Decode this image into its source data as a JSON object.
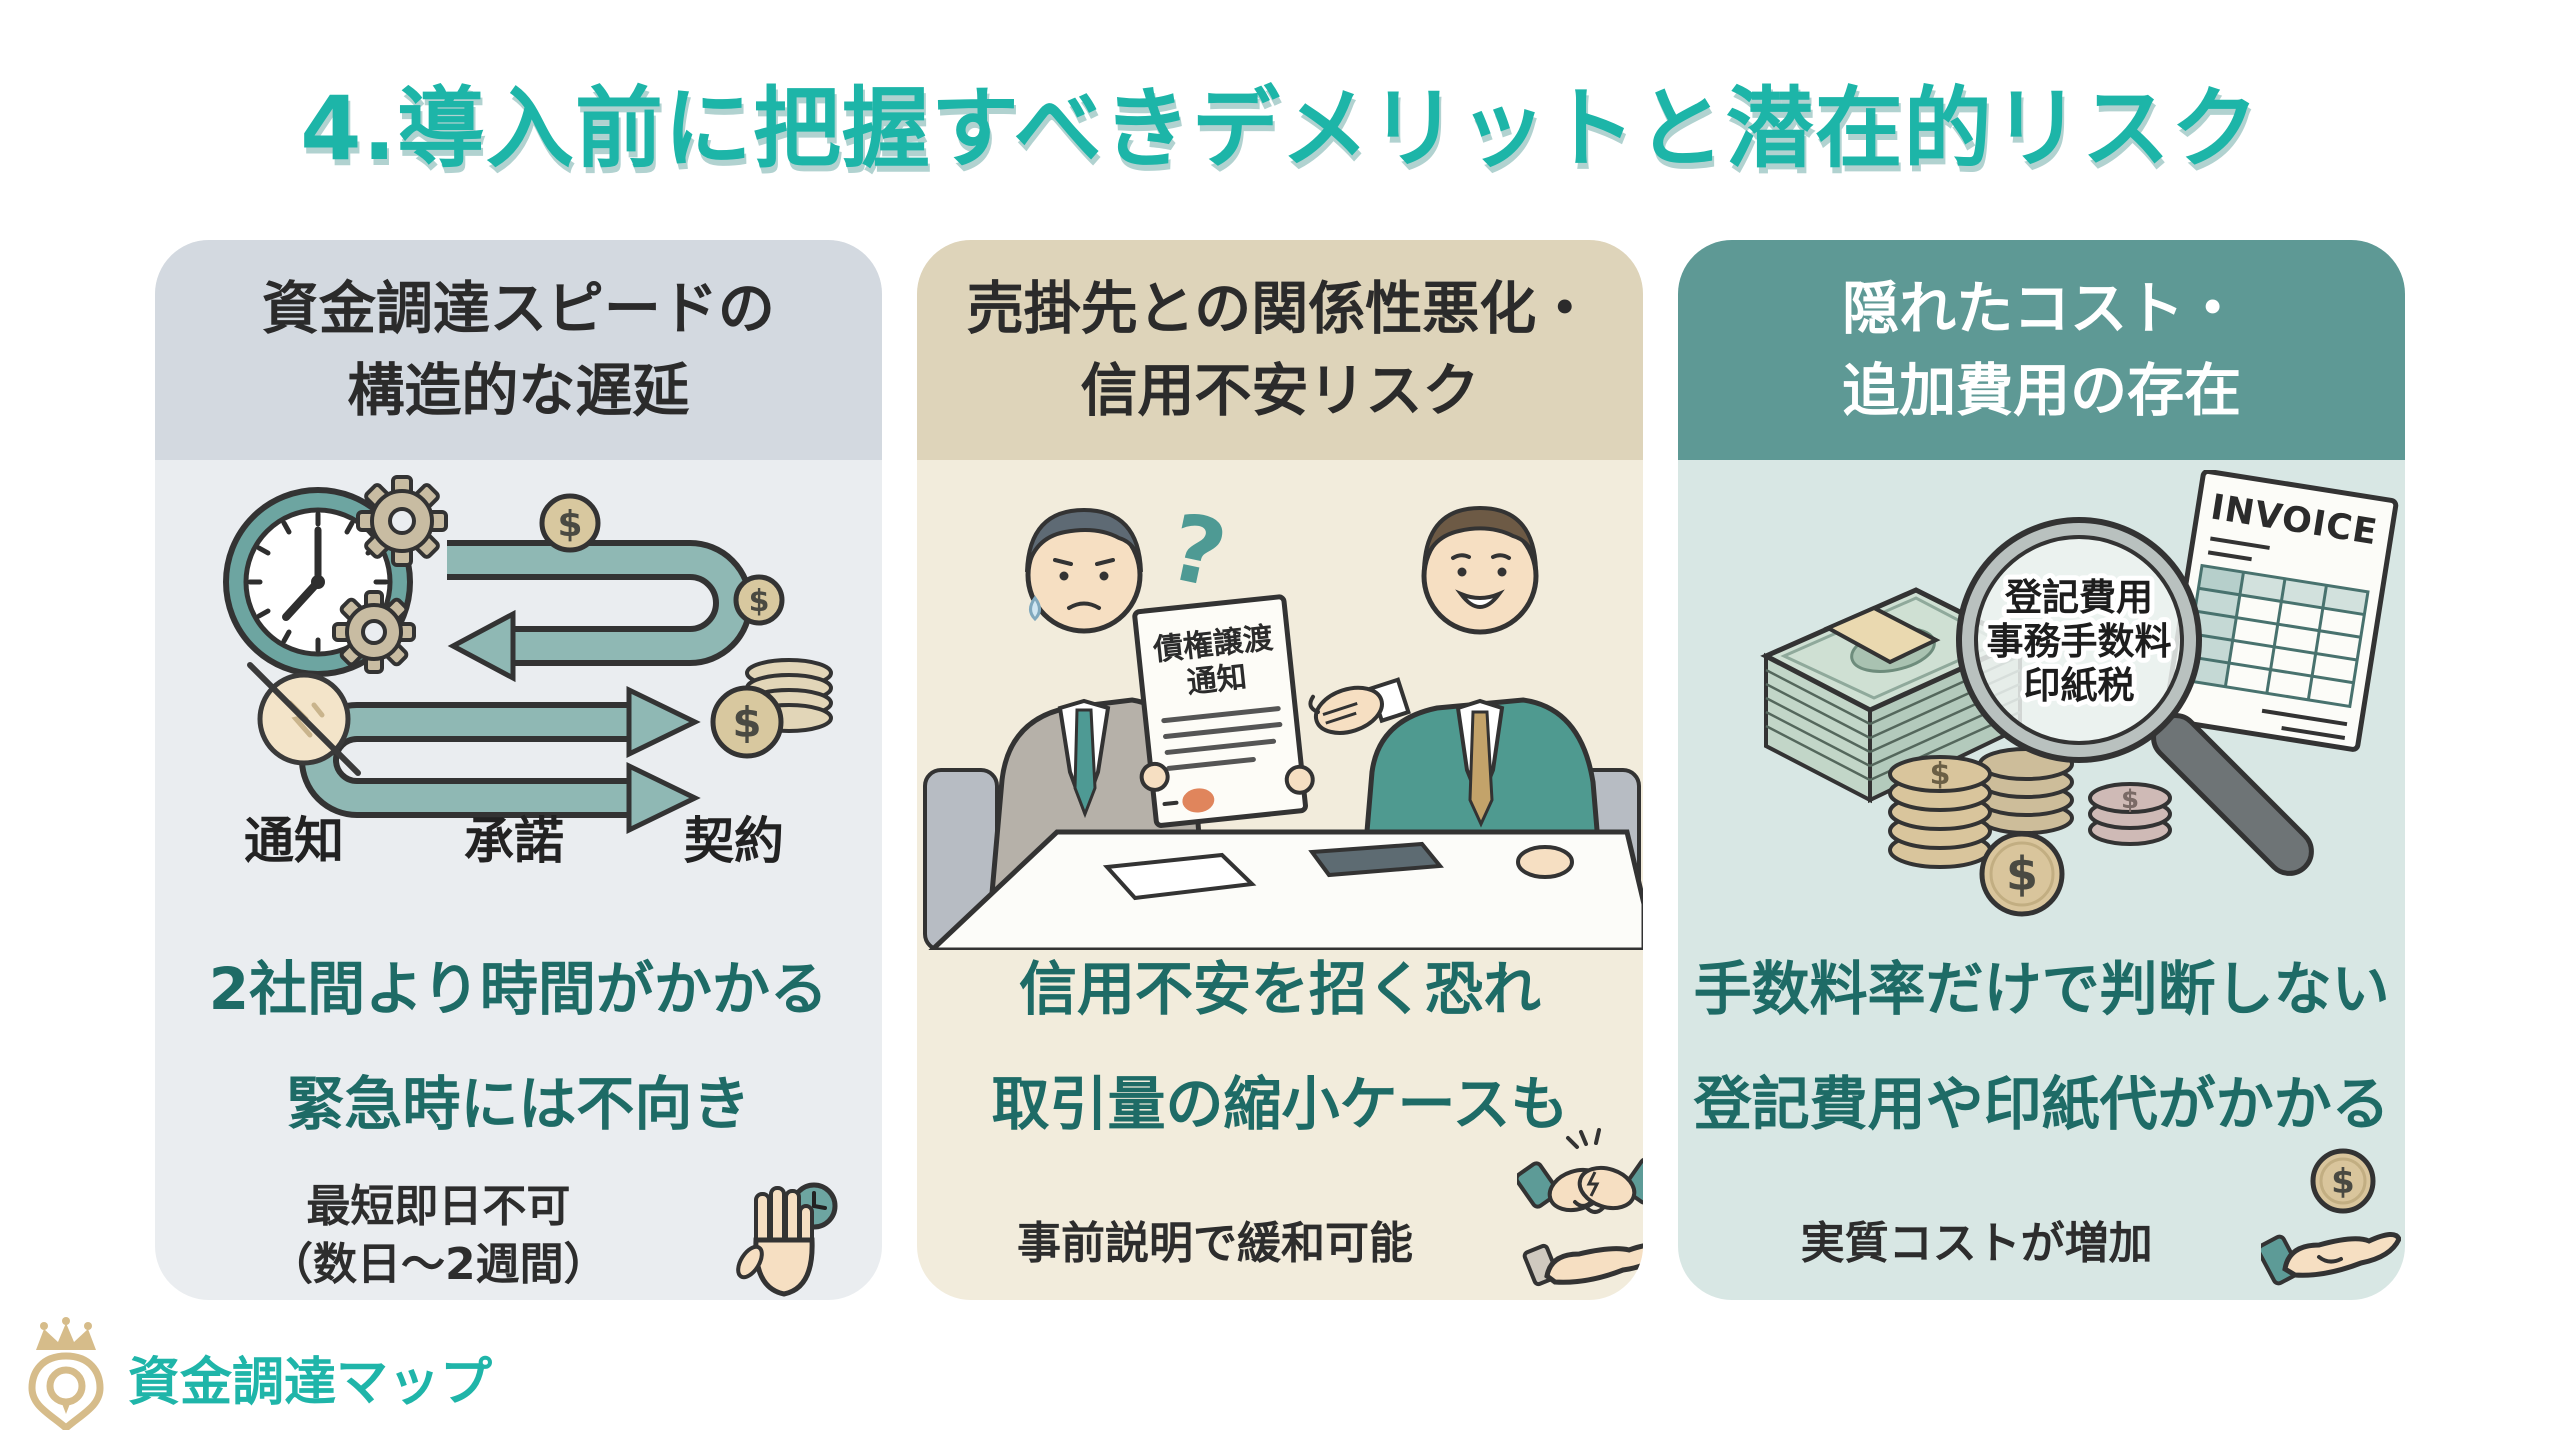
{
  "page": {
    "title": "4.導入前に把握すべきデメリットと潜在的リスク",
    "background": "#ffffff"
  },
  "glyphs": {
    "dollar": "$",
    "question_mark": "?"
  },
  "colors": {
    "title_teal": "#1db5a8",
    "dark_teal_text": "#1e6b66",
    "arrow_teal": "#8fb8b4",
    "card1_header_bg": "#d3d9e0",
    "card1_body_bg": "#eaedf0",
    "card2_header_bg": "#ded4ba",
    "card2_body_bg": "#f2ecdc",
    "card3_header_bg": "#5e9995",
    "card3_body_bg": "#d8e7e4",
    "logo_gold": "#d6bc8a",
    "logo_teal": "#1fb5a9"
  },
  "cards": [
    {
      "header_line1": "資金調達スピードの",
      "header_line2": "構造的な遅延",
      "flow_step1": "通知",
      "flow_step2": "承諾",
      "flow_step3": "契約",
      "point_line1": "2社間より時間がかかる",
      "point_line2": "緊急時には不向き",
      "note_line1": "最短即日不可",
      "note_line2": "（数日〜2週間）"
    },
    {
      "header_line1": "売掛先との関係性悪化・",
      "header_line2": "信用不安リスク",
      "document_line1": "債権譲渡",
      "document_line2": "通知",
      "point_line1": "信用不安を招く恐れ",
      "point_line2": "取引量の縮小ケースも",
      "note_line1": "事前説明で緩和可能"
    },
    {
      "header_line1": "隠れたコスト・",
      "header_line2": "追加費用の存在",
      "magnifier_line1": "登記費用",
      "magnifier_line2": "事務手数料",
      "magnifier_line3": "印紙税",
      "invoice_title": "INVOICE",
      "point_line1": "手数料率だけで判断しない",
      "point_line2": "登記費用や印紙代がかかる",
      "note_line1": "実質コストが増加"
    }
  ],
  "footer": {
    "logo_text": "資金調達マップ"
  }
}
